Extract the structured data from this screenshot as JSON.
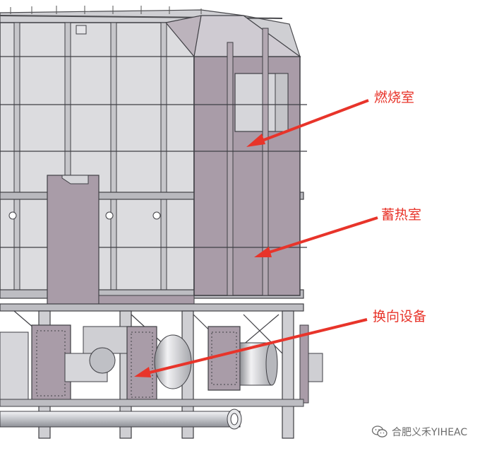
{
  "annotations": [
    {
      "id": "combustion-chamber",
      "label": "燃烧室"
    },
    {
      "id": "regenerator-chamber",
      "label": "蓄热室"
    },
    {
      "id": "switching-equipment",
      "label": "换向设备"
    }
  ],
  "watermark": {
    "text": "合肥义禾YIHEAC",
    "icon": "wechat-icon"
  },
  "colors": {
    "annotation": "#e8342a",
    "panel_light": "#d9d9dc",
    "panel_purple": "#a79aa6",
    "frame_line": "#4a4a4e",
    "pipe": "#c9cbcf",
    "background": "#ffffff"
  }
}
